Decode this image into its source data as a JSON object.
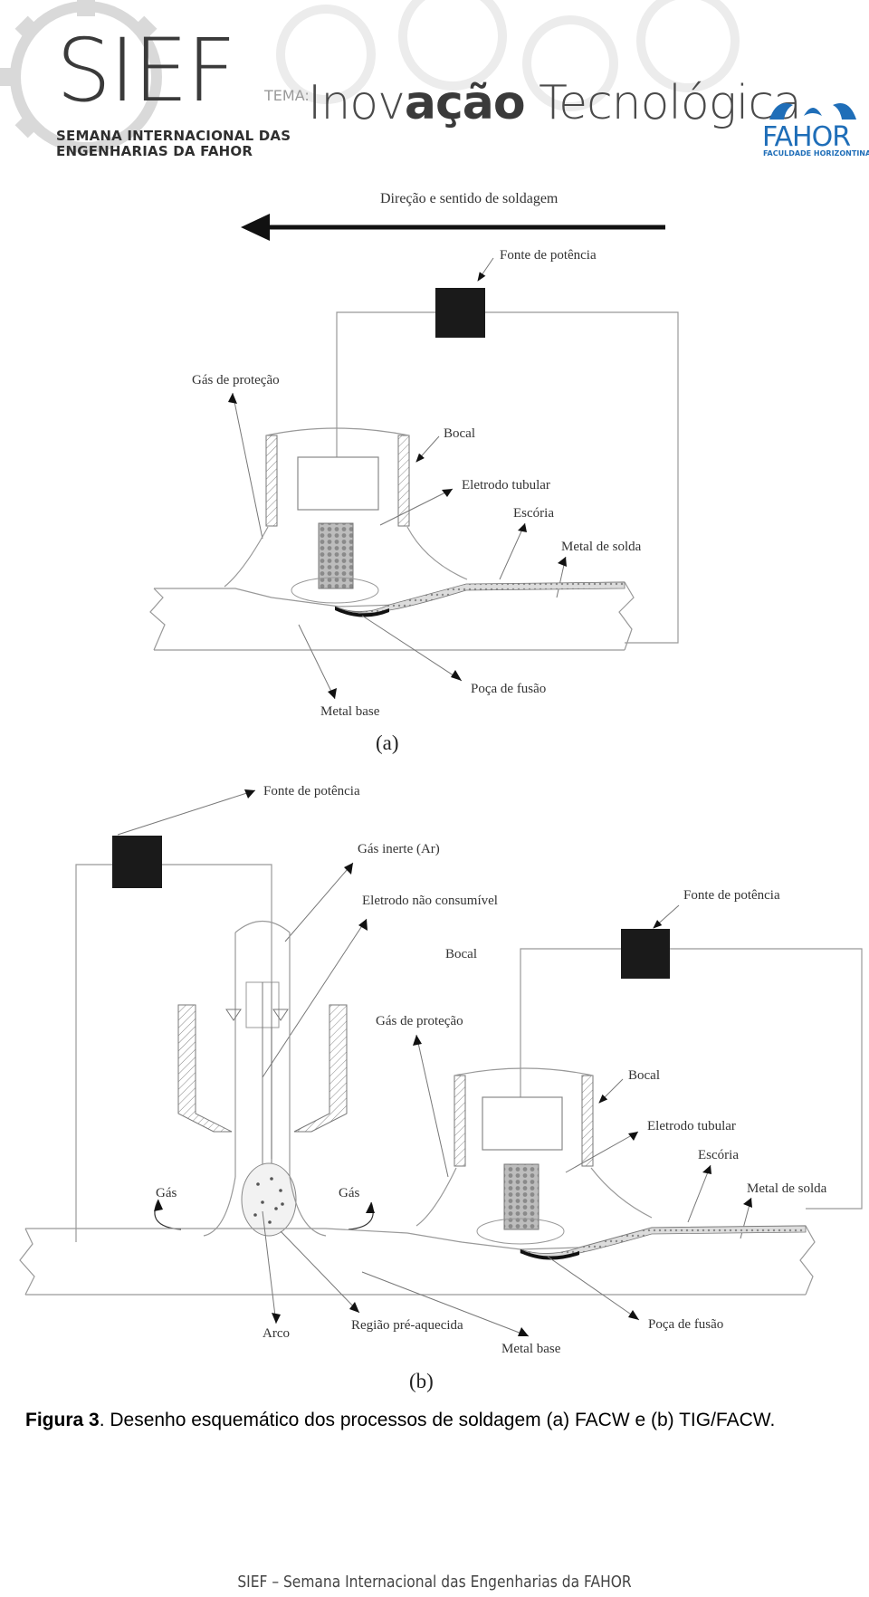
{
  "header": {
    "logo_text": "SIEF",
    "logo_subtitle_line1": "SEMANA INTERNACIONAL DAS",
    "logo_subtitle_line2": "ENGENHARIAS DA FAHOR",
    "tema_label": "TEMA:",
    "tema_title_part1": "Inov",
    "tema_title_bold": "ação",
    "tema_title_part2": " Tecnológica",
    "partner_logo_name": "FAHOR",
    "partner_logo_subtitle": "FACULDADE HORIZONTINA"
  },
  "figure": {
    "a": {
      "direction_label": "Direção e sentido de soldagem",
      "power_source": "Fonte de potência",
      "shield_gas": "Gás de proteção",
      "nozzle": "Bocal",
      "tubular_electrode": "Eletrodo tubular",
      "slag": "Escória",
      "weld_metal": "Metal de solda",
      "weld_pool": "Poça de fusão",
      "base_metal": "Metal base",
      "sublabel": "(a)"
    },
    "b": {
      "power_source_left": "Fonte de potência",
      "inert_gas": "Gás inerte (Ar)",
      "non_consumable_electrode": "Eletrodo não consumível",
      "power_source_right": "Fonte de potência",
      "nozzle_tig": "Bocal",
      "shield_gas": "Gás de proteção",
      "nozzle_facw": "Bocal",
      "tubular_electrode": "Eletrodo tubular",
      "slag": "Escória",
      "gas_left": "Gás",
      "gas_right": "Gás",
      "weld_metal": "Metal de solda",
      "arc": "Arco",
      "preheated_region": "Região pré-aquecida",
      "weld_pool": "Poça de fusão",
      "base_metal": "Metal base",
      "sublabel": "(b)"
    }
  },
  "caption": {
    "label": "Figura 3",
    "text": ". Desenho esquemático dos processos de soldagem (a) FACW e (b) TIG/FACW."
  },
  "footer": {
    "text": "SIEF – Semana Internacional das Engenharias da FAHOR"
  },
  "colors": {
    "fahor_blue": "#1f6eb8",
    "line_gray": "#9a9a9a",
    "block_black": "#1a1a1a"
  }
}
